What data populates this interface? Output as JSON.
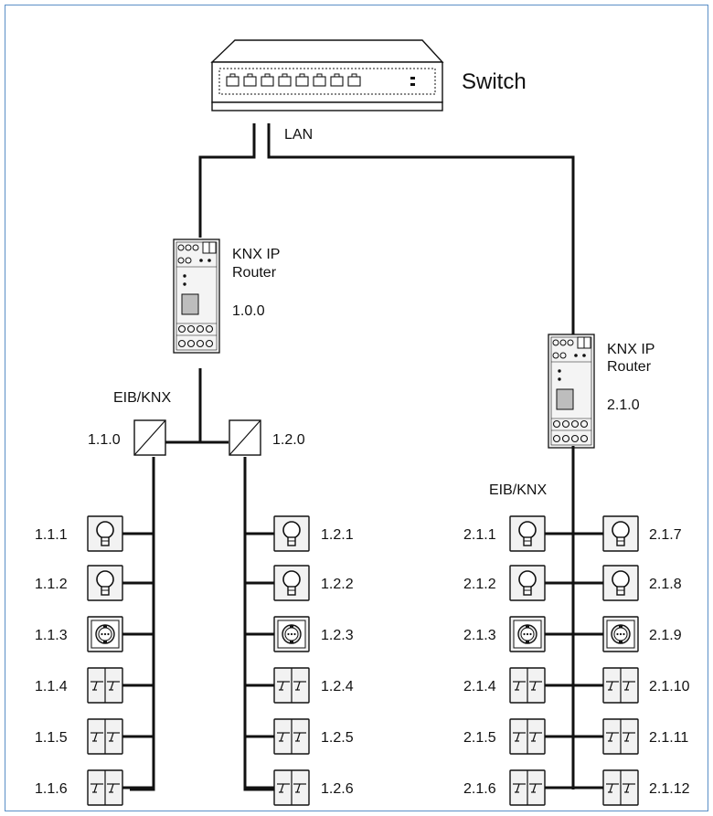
{
  "switch": {
    "label": "Switch"
  },
  "lan": {
    "label": "LAN"
  },
  "router1": {
    "name_line1": "KNX IP",
    "name_line2": "Router",
    "address": "1.0.0"
  },
  "router2": {
    "name_line1": "KNX IP",
    "name_line2": "Router",
    "address": "2.1.0"
  },
  "bus1": {
    "label": "EIB/KNX"
  },
  "bus2": {
    "label": "EIB/KNX"
  },
  "coupler1": {
    "address": "1.1.0"
  },
  "coupler2": {
    "address": "1.2.0"
  },
  "line_1_1": {
    "devices": [
      {
        "type": "lamp",
        "address": "1.1.1"
      },
      {
        "type": "lamp",
        "address": "1.1.2"
      },
      {
        "type": "socket",
        "address": "1.1.3"
      },
      {
        "type": "push-button",
        "address": "1.1.4"
      },
      {
        "type": "push-button",
        "address": "1.1.5"
      },
      {
        "type": "push-button",
        "address": "1.1.6"
      }
    ]
  },
  "line_1_2": {
    "devices": [
      {
        "type": "lamp",
        "address": "1.2.1"
      },
      {
        "type": "lamp",
        "address": "1.2.2"
      },
      {
        "type": "socket",
        "address": "1.2.3"
      },
      {
        "type": "push-button",
        "address": "1.2.4"
      },
      {
        "type": "push-button",
        "address": "1.2.5"
      },
      {
        "type": "push-button",
        "address": "1.2.6"
      }
    ]
  },
  "line_2_1_left": {
    "devices": [
      {
        "type": "lamp",
        "address": "2.1.1"
      },
      {
        "type": "lamp",
        "address": "2.1.2"
      },
      {
        "type": "socket",
        "address": "2.1.3"
      },
      {
        "type": "push-button",
        "address": "2.1.4"
      },
      {
        "type": "push-button",
        "address": "2.1.5"
      },
      {
        "type": "push-button",
        "address": "2.1.6"
      }
    ]
  },
  "line_2_1_right": {
    "devices": [
      {
        "type": "lamp",
        "address": "2.1.7"
      },
      {
        "type": "lamp",
        "address": "2.1.8"
      },
      {
        "type": "socket",
        "address": "2.1.9"
      },
      {
        "type": "push-button",
        "address": "2.1.10"
      },
      {
        "type": "push-button",
        "address": "2.1.11"
      },
      {
        "type": "push-button",
        "address": "2.1.12"
      }
    ]
  },
  "colors": {
    "frame": "#5b8fc7",
    "line": "#111111",
    "device_fill": "#f2f2f2"
  }
}
